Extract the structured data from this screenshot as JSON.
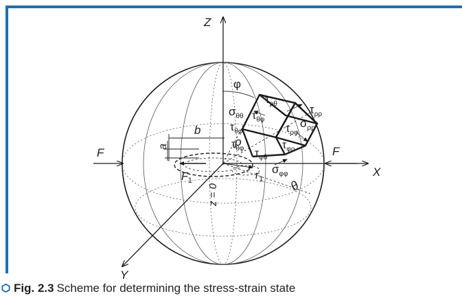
{
  "figure": {
    "accent_color": "#1f6fb2",
    "axis_labels": {
      "z": "Z",
      "x": "X",
      "y": "Y"
    },
    "force_labels": {
      "left": "F",
      "right": "F",
      "f1": "F",
      "f1_sub": "1",
      "r1": "r",
      "r1_sub": "1"
    },
    "dimension_labels": {
      "a": "a",
      "b": "b",
      "z0": "z = 0",
      "phi": "φ",
      "theta": "θ",
      "rho": "ρ"
    },
    "stress_labels": {
      "sigma_thth": {
        "base": "σ",
        "sub": "θθ"
      },
      "tau_rhoth": {
        "base": "τ",
        "sub": "ρθ"
      },
      "tau_rhorho": {
        "base": "τ",
        "sub": "ρρ"
      },
      "tau_thphi_a": {
        "base": "τ",
        "sub": "θφ"
      },
      "tau_thphi_b": {
        "base": "τ",
        "sub": "θφ"
      },
      "tau_thphi_c": {
        "base": "τ",
        "sub": "θφ"
      },
      "tau_rhophi": {
        "base": "τ",
        "sub": "ρφ"
      },
      "sigma_rhorho": {
        "base": "σ",
        "sub": "ρρ"
      },
      "tau_phirho": {
        "base": "τ",
        "sub": "φρ"
      },
      "tau_phitheta": {
        "base": "τ",
        "sub": "φθ"
      },
      "sigma_phiphi": {
        "base": "σ",
        "sub": "φφ"
      }
    }
  },
  "caption": {
    "fig_number": "Fig. 2.3",
    "text": "Scheme for determining the stress-strain state"
  }
}
